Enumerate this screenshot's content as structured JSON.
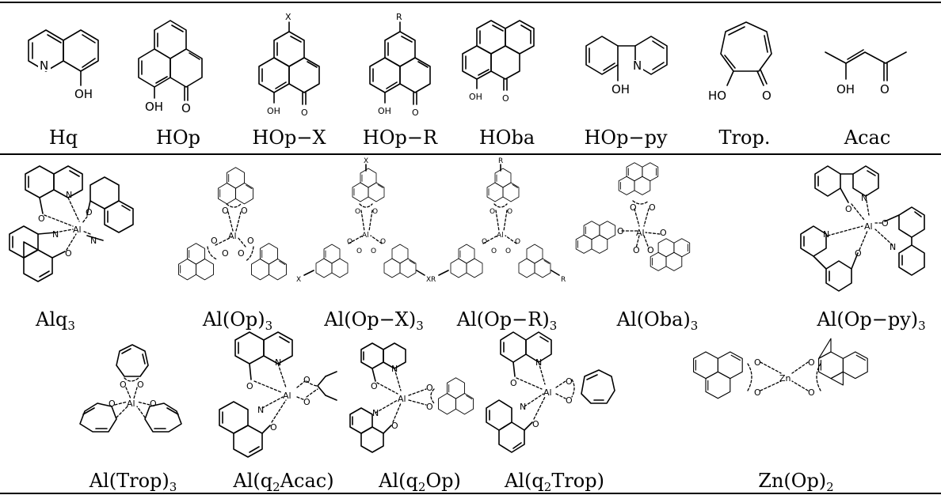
{
  "ligands": [
    {
      "label": "Hq"
    },
    {
      "label": "HOp"
    },
    {
      "label": "HOp−X"
    },
    {
      "label": "HOp−R"
    },
    {
      "label": "HOba"
    },
    {
      "label": "HOp−py"
    },
    {
      "label": "Trop."
    },
    {
      "label": "Acac"
    }
  ],
  "complexes_row1": [
    {
      "base": "Alq",
      "sub": "3"
    },
    {
      "base": "Al(Op)",
      "sub": "3"
    },
    {
      "base": "Al(Op−X)",
      "sub": "3"
    },
    {
      "base": "Al(Op−R)",
      "sub": "3"
    },
    {
      "base": "Al(Oba)",
      "sub": "3"
    },
    {
      "base": "Al(Op−py)",
      "sub": "3"
    }
  ],
  "complexes_row2": [
    {
      "base": "Al(Trop)",
      "sub": "3"
    },
    {
      "pre": "Al(q",
      "sub": "2",
      "post": "Acac)"
    },
    {
      "pre": "Al(q",
      "sub": "2",
      "post": "Op)"
    },
    {
      "pre": "Al(q",
      "sub": "2",
      "post": "Trop)"
    },
    {
      "base": "Zn(Op)",
      "sub": "2"
    }
  ],
  "atom_labels": {
    "N": "N",
    "OH": "OH",
    "HO": "HO",
    "O": "O",
    "X": "X",
    "R": "R",
    "Al": "Al",
    "Zn": "Zn"
  }
}
